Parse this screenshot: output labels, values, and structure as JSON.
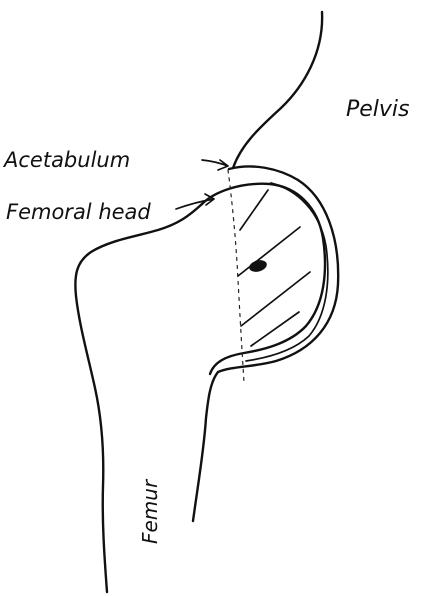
{
  "labels": {
    "pelvis": "Pelvis",
    "acetabulum": "Acetabulum",
    "femoral_head": "Femoral head",
    "femur": "Femur"
  },
  "colors": {
    "ink": "#111111",
    "background": "#ffffff"
  }
}
